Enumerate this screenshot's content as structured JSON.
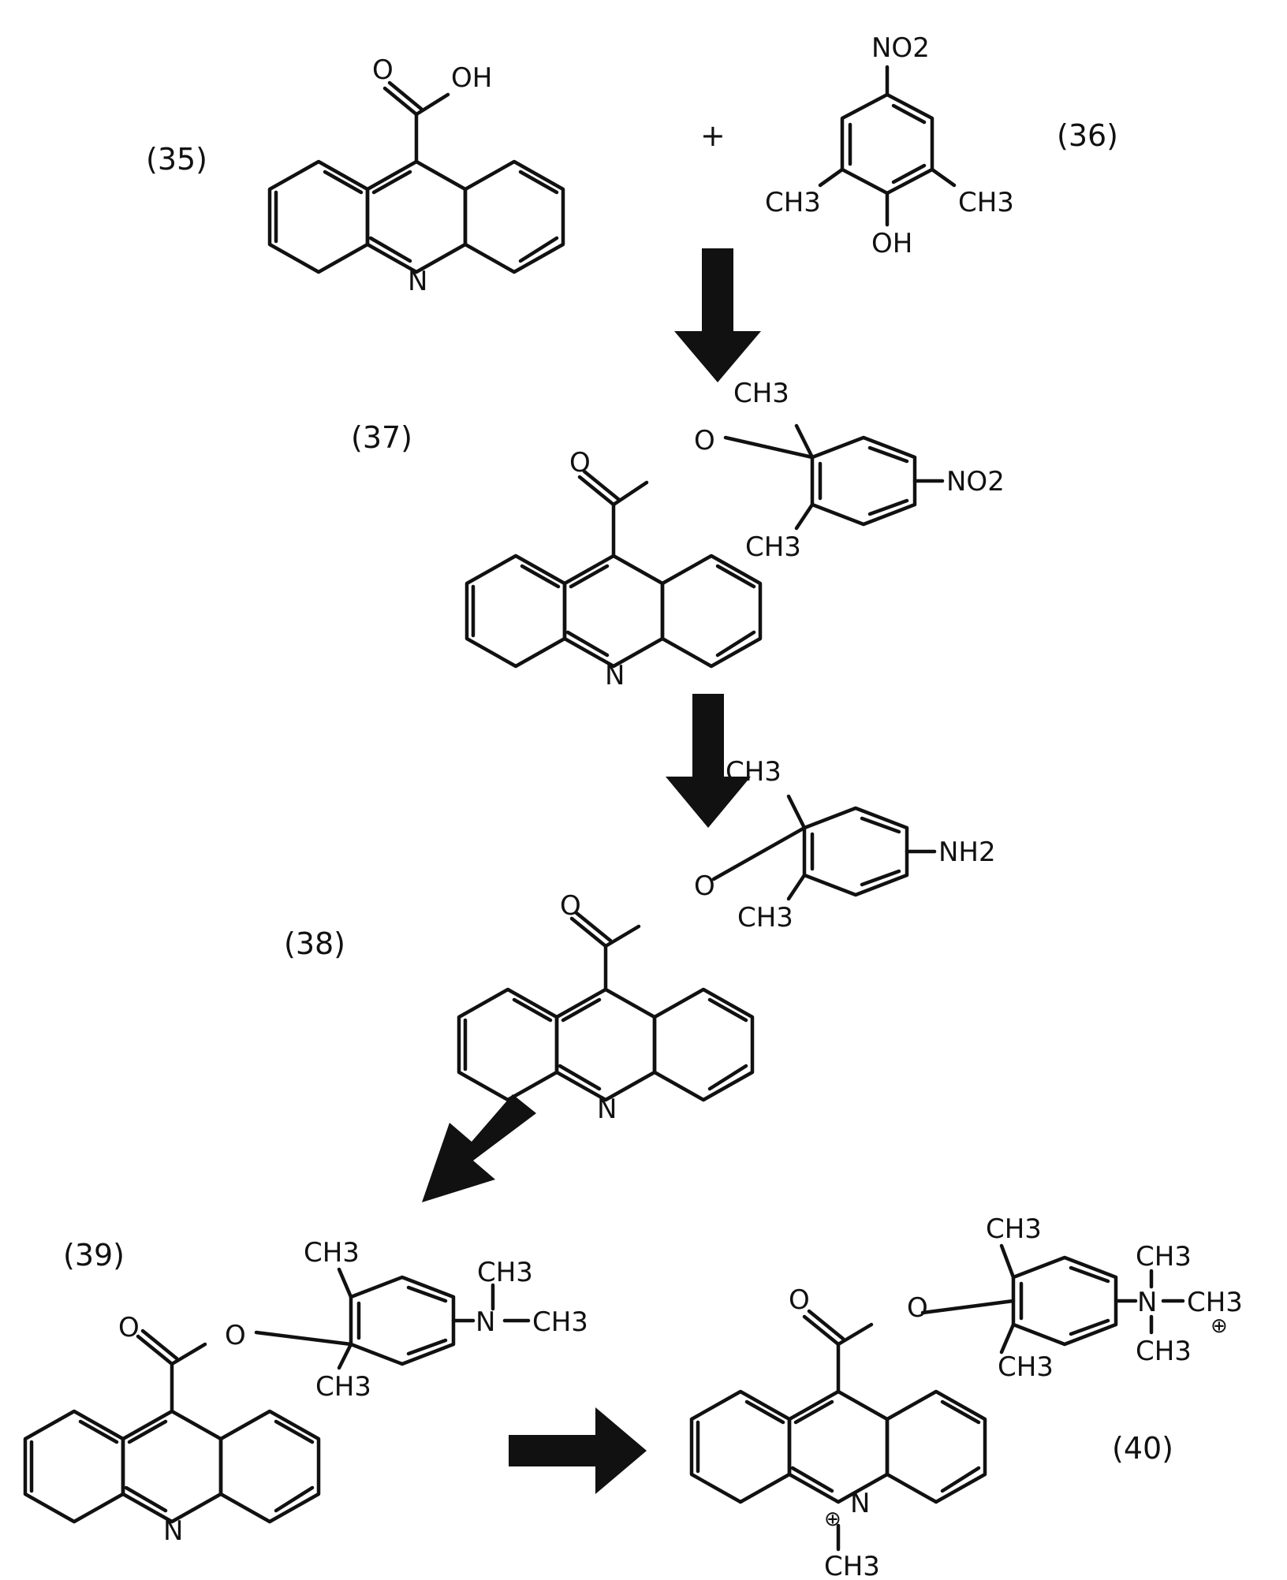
{
  "compounds": [
    {
      "label": "(35)",
      "groups": [
        "O",
        "OH",
        "N"
      ]
    },
    {
      "label": "(36)",
      "groups": [
        "NO2",
        "CH3",
        "CH3",
        "OH"
      ]
    },
    {
      "label": "(37)",
      "groups": [
        "O",
        "O",
        "CH3",
        "CH3",
        "NO2",
        "N"
      ]
    },
    {
      "label": "(38)",
      "groups": [
        "O",
        "O",
        "CH3",
        "CH3",
        "NH2",
        "N"
      ]
    },
    {
      "label": "(39)",
      "groups": [
        "O",
        "O",
        "CH3",
        "CH3",
        "N",
        "CH3",
        "CH3",
        "N"
      ]
    },
    {
      "label": "(40)",
      "groups": [
        "O",
        "O",
        "CH3",
        "CH3",
        "N",
        "CH3",
        "CH3",
        "CH3",
        "N",
        "CH3"
      ]
    }
  ],
  "plus_sign": "+",
  "charge_symbol": "⊕",
  "arrows": [
    "arrow-35-to-37",
    "arrow-37-to-38",
    "arrow-38-to-39",
    "arrow-39-to-40"
  ],
  "icons": {
    "arrow": "block-arrow-icon",
    "charge": "plus-charge-icon"
  }
}
